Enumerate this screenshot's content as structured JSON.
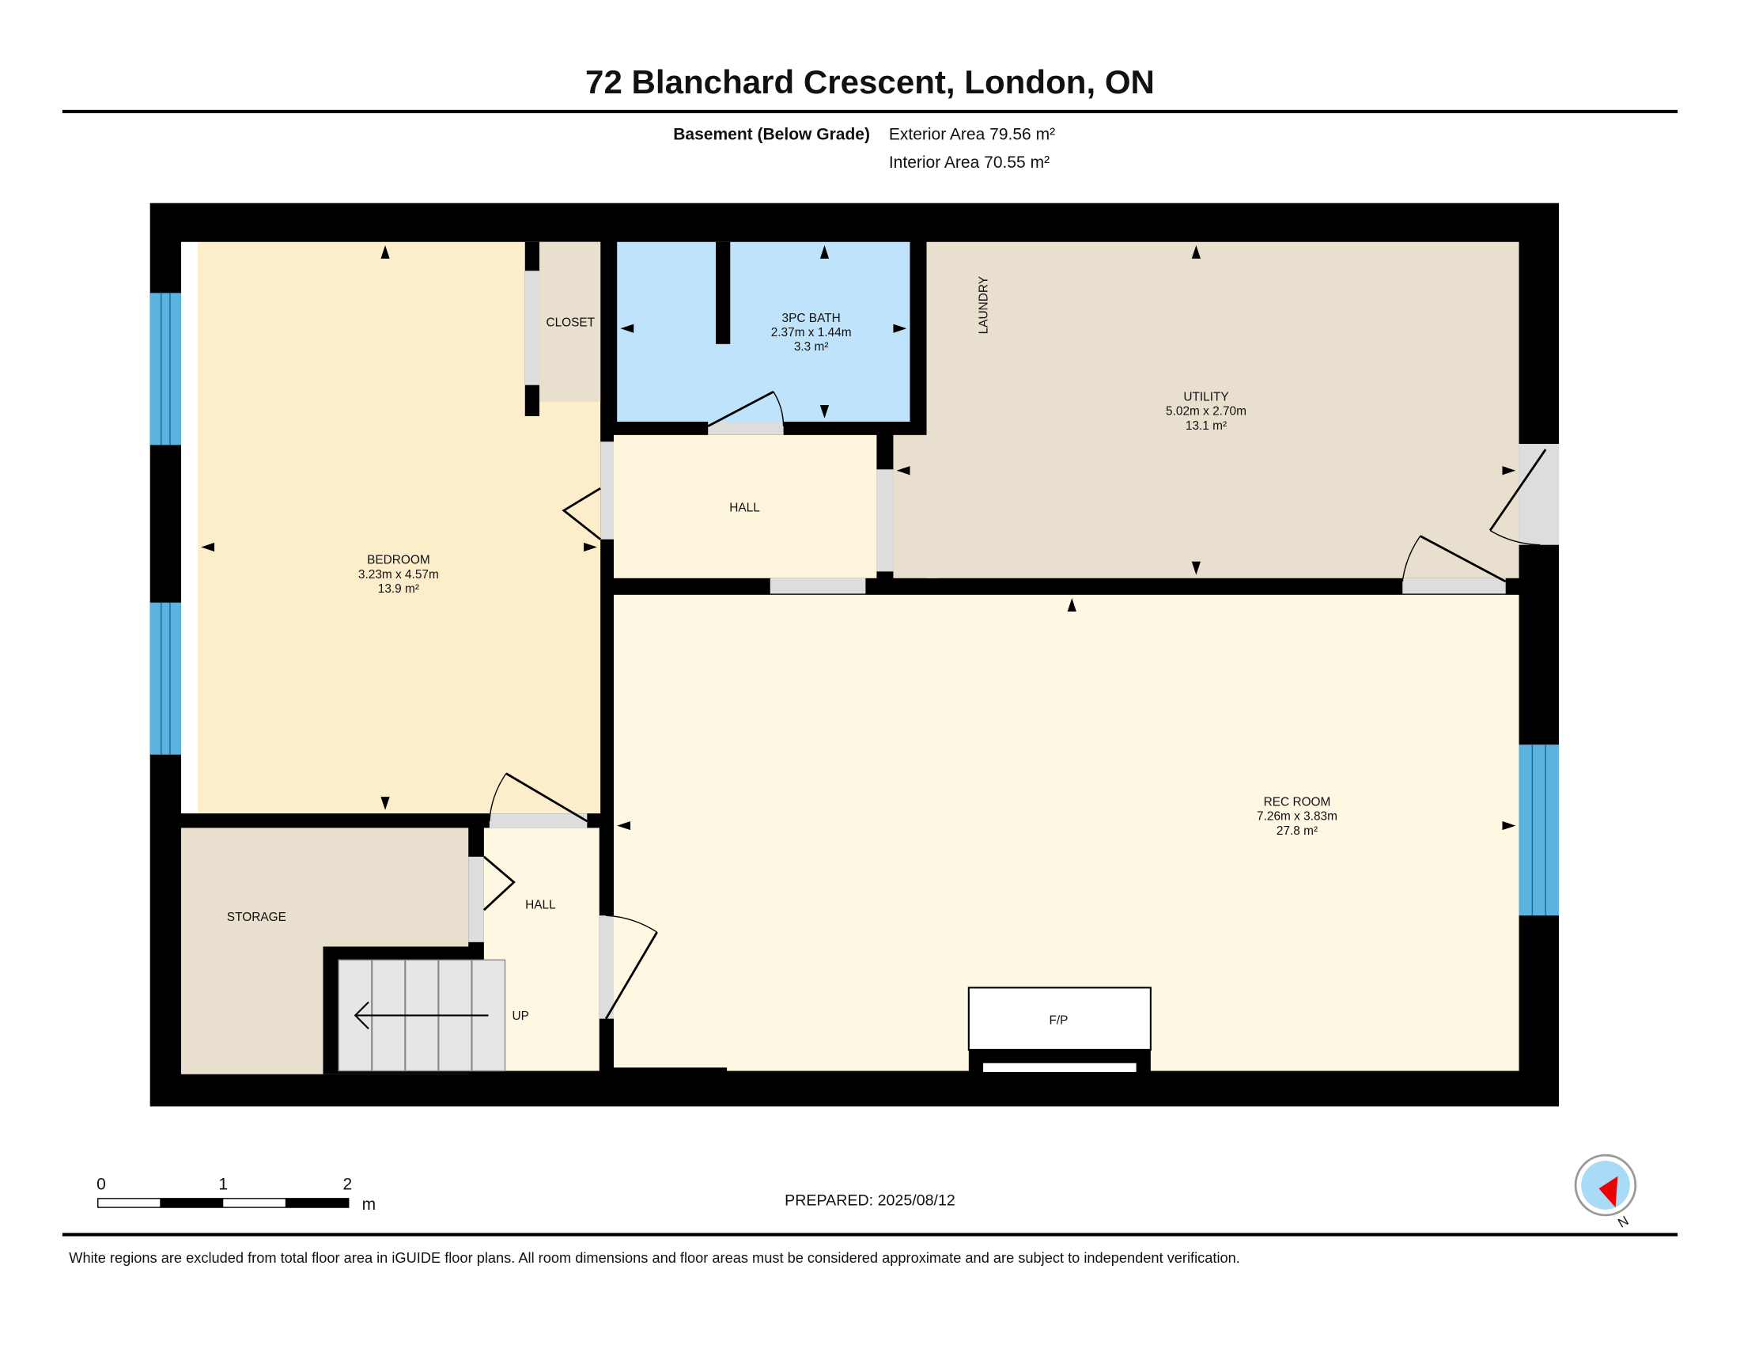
{
  "title": "72 Blanchard Crescent, London, ON",
  "floor": {
    "name": "Basement (Below Grade)",
    "exterior_area": "Exterior Area 79.56 m²",
    "interior_area": "Interior Area 70.55 m²"
  },
  "rooms": {
    "bedroom": {
      "name": "BEDROOM",
      "dims": "3.23m x 4.57m",
      "area": "13.9 m²"
    },
    "closet": {
      "name": "CLOSET"
    },
    "bath": {
      "name": "3PC BATH",
      "dims": "2.37m x 1.44m",
      "area": "3.3 m²"
    },
    "hall_top": {
      "name": "HALL"
    },
    "laundry": {
      "name": "LAUNDRY"
    },
    "utility": {
      "name": "UTILITY",
      "dims": "5.02m x 2.70m",
      "area": "13.1 m²"
    },
    "rec": {
      "name": "REC ROOM",
      "dims": "7.26m x 3.83m",
      "area": "27.8 m²"
    },
    "storage": {
      "name": "STORAGE"
    },
    "hall_bottom": {
      "name": "HALL"
    },
    "stairs": {
      "name": "UP"
    },
    "fireplace": {
      "name": "F/P"
    }
  },
  "scale": {
    "ticks": [
      "0",
      "1",
      "2"
    ],
    "unit": "m"
  },
  "prepared": "PREPARED: 2025/08/12",
  "compass": {
    "label": "N"
  },
  "disclaimer": "White regions are excluded from total floor area in iGUIDE floor plans. All room dimensions and floor areas must be considered approximate and are subject to independent verification.",
  "colors": {
    "bedroom": "#fdeecb",
    "beige": "#e8dfcf",
    "bath": "#bfe3fb",
    "hall": "#fef7e1",
    "window": "#5bb3e0"
  }
}
